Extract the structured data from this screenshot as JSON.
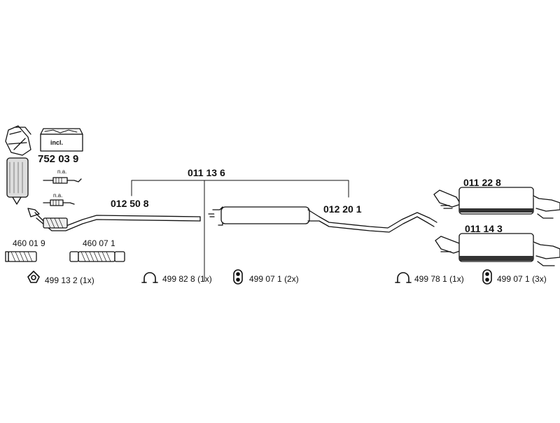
{
  "parts": {
    "kit": "752 03 9",
    "kit_badge": "incl.",
    "sensor_note_1": "n.a.",
    "sensor_note_2": "n.a.",
    "front_pipe": "012 50 8",
    "middle_assembly": "011 13 6",
    "middle_pipe": "012 20 1",
    "rear_silencer_1": "011 22 8",
    "rear_silencer_2": "011 14 3",
    "flex_pipe_1": "460 01 9",
    "flex_pipe_2": "460 07 1"
  },
  "fittings": [
    {
      "code": "499 13 2",
      "qty": "(1x)",
      "icon": "gasket-triangle-icon"
    },
    {
      "code": "499 82 8",
      "qty": "(1x)",
      "icon": "clamp-icon"
    },
    {
      "code": "499 07 1",
      "qty": "(2x)",
      "icon": "rubber-mount-icon"
    },
    {
      "code": "499 78 1",
      "qty": "(1x)",
      "icon": "clamp-icon"
    },
    {
      "code": "499 07 1",
      "qty": "(3x)",
      "icon": "rubber-mount-icon"
    }
  ],
  "colors": {
    "line": "#111111",
    "fill": "#ffffff",
    "shade": "#9a9a9a"
  }
}
